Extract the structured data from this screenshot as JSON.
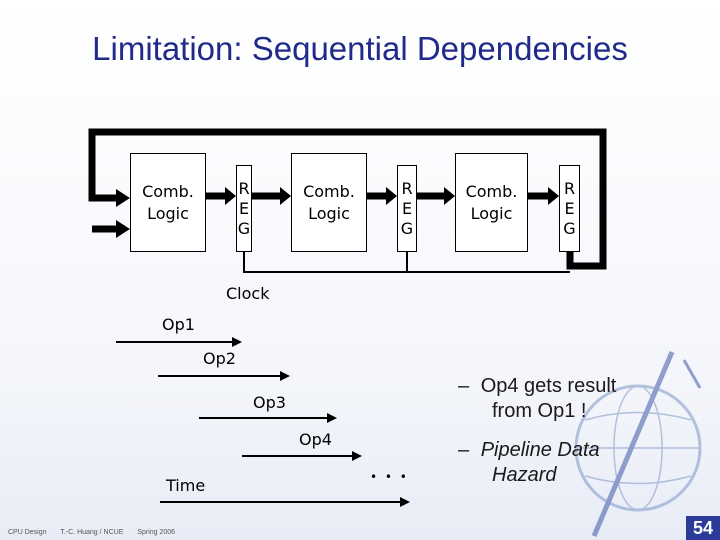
{
  "slide": {
    "title": "Limitation: Sequential Dependencies",
    "comb_logic_label": "Comb.\nLogic",
    "reg_letters": [
      "R",
      "E",
      "G"
    ],
    "clock_label": "Clock",
    "ops": [
      "Op1",
      "Op2",
      "Op3",
      "Op4"
    ],
    "ellipsis": "• • •",
    "time_label": "Time",
    "bullets": [
      {
        "dash": "–",
        "text": "Op4 gets result from Op1 !",
        "lines": [
          "Op4 gets result",
          "from Op1 !"
        ],
        "italic": false
      },
      {
        "dash": "–",
        "text": "Pipeline Data Hazard",
        "lines": [
          "Pipeline Data",
          "Hazard"
        ],
        "italic": true
      }
    ],
    "footer": {
      "course": "CPU Design",
      "author": "T.-C. Huang / NCUE",
      "term": "Spring 2006"
    },
    "page_number": "54"
  }
}
